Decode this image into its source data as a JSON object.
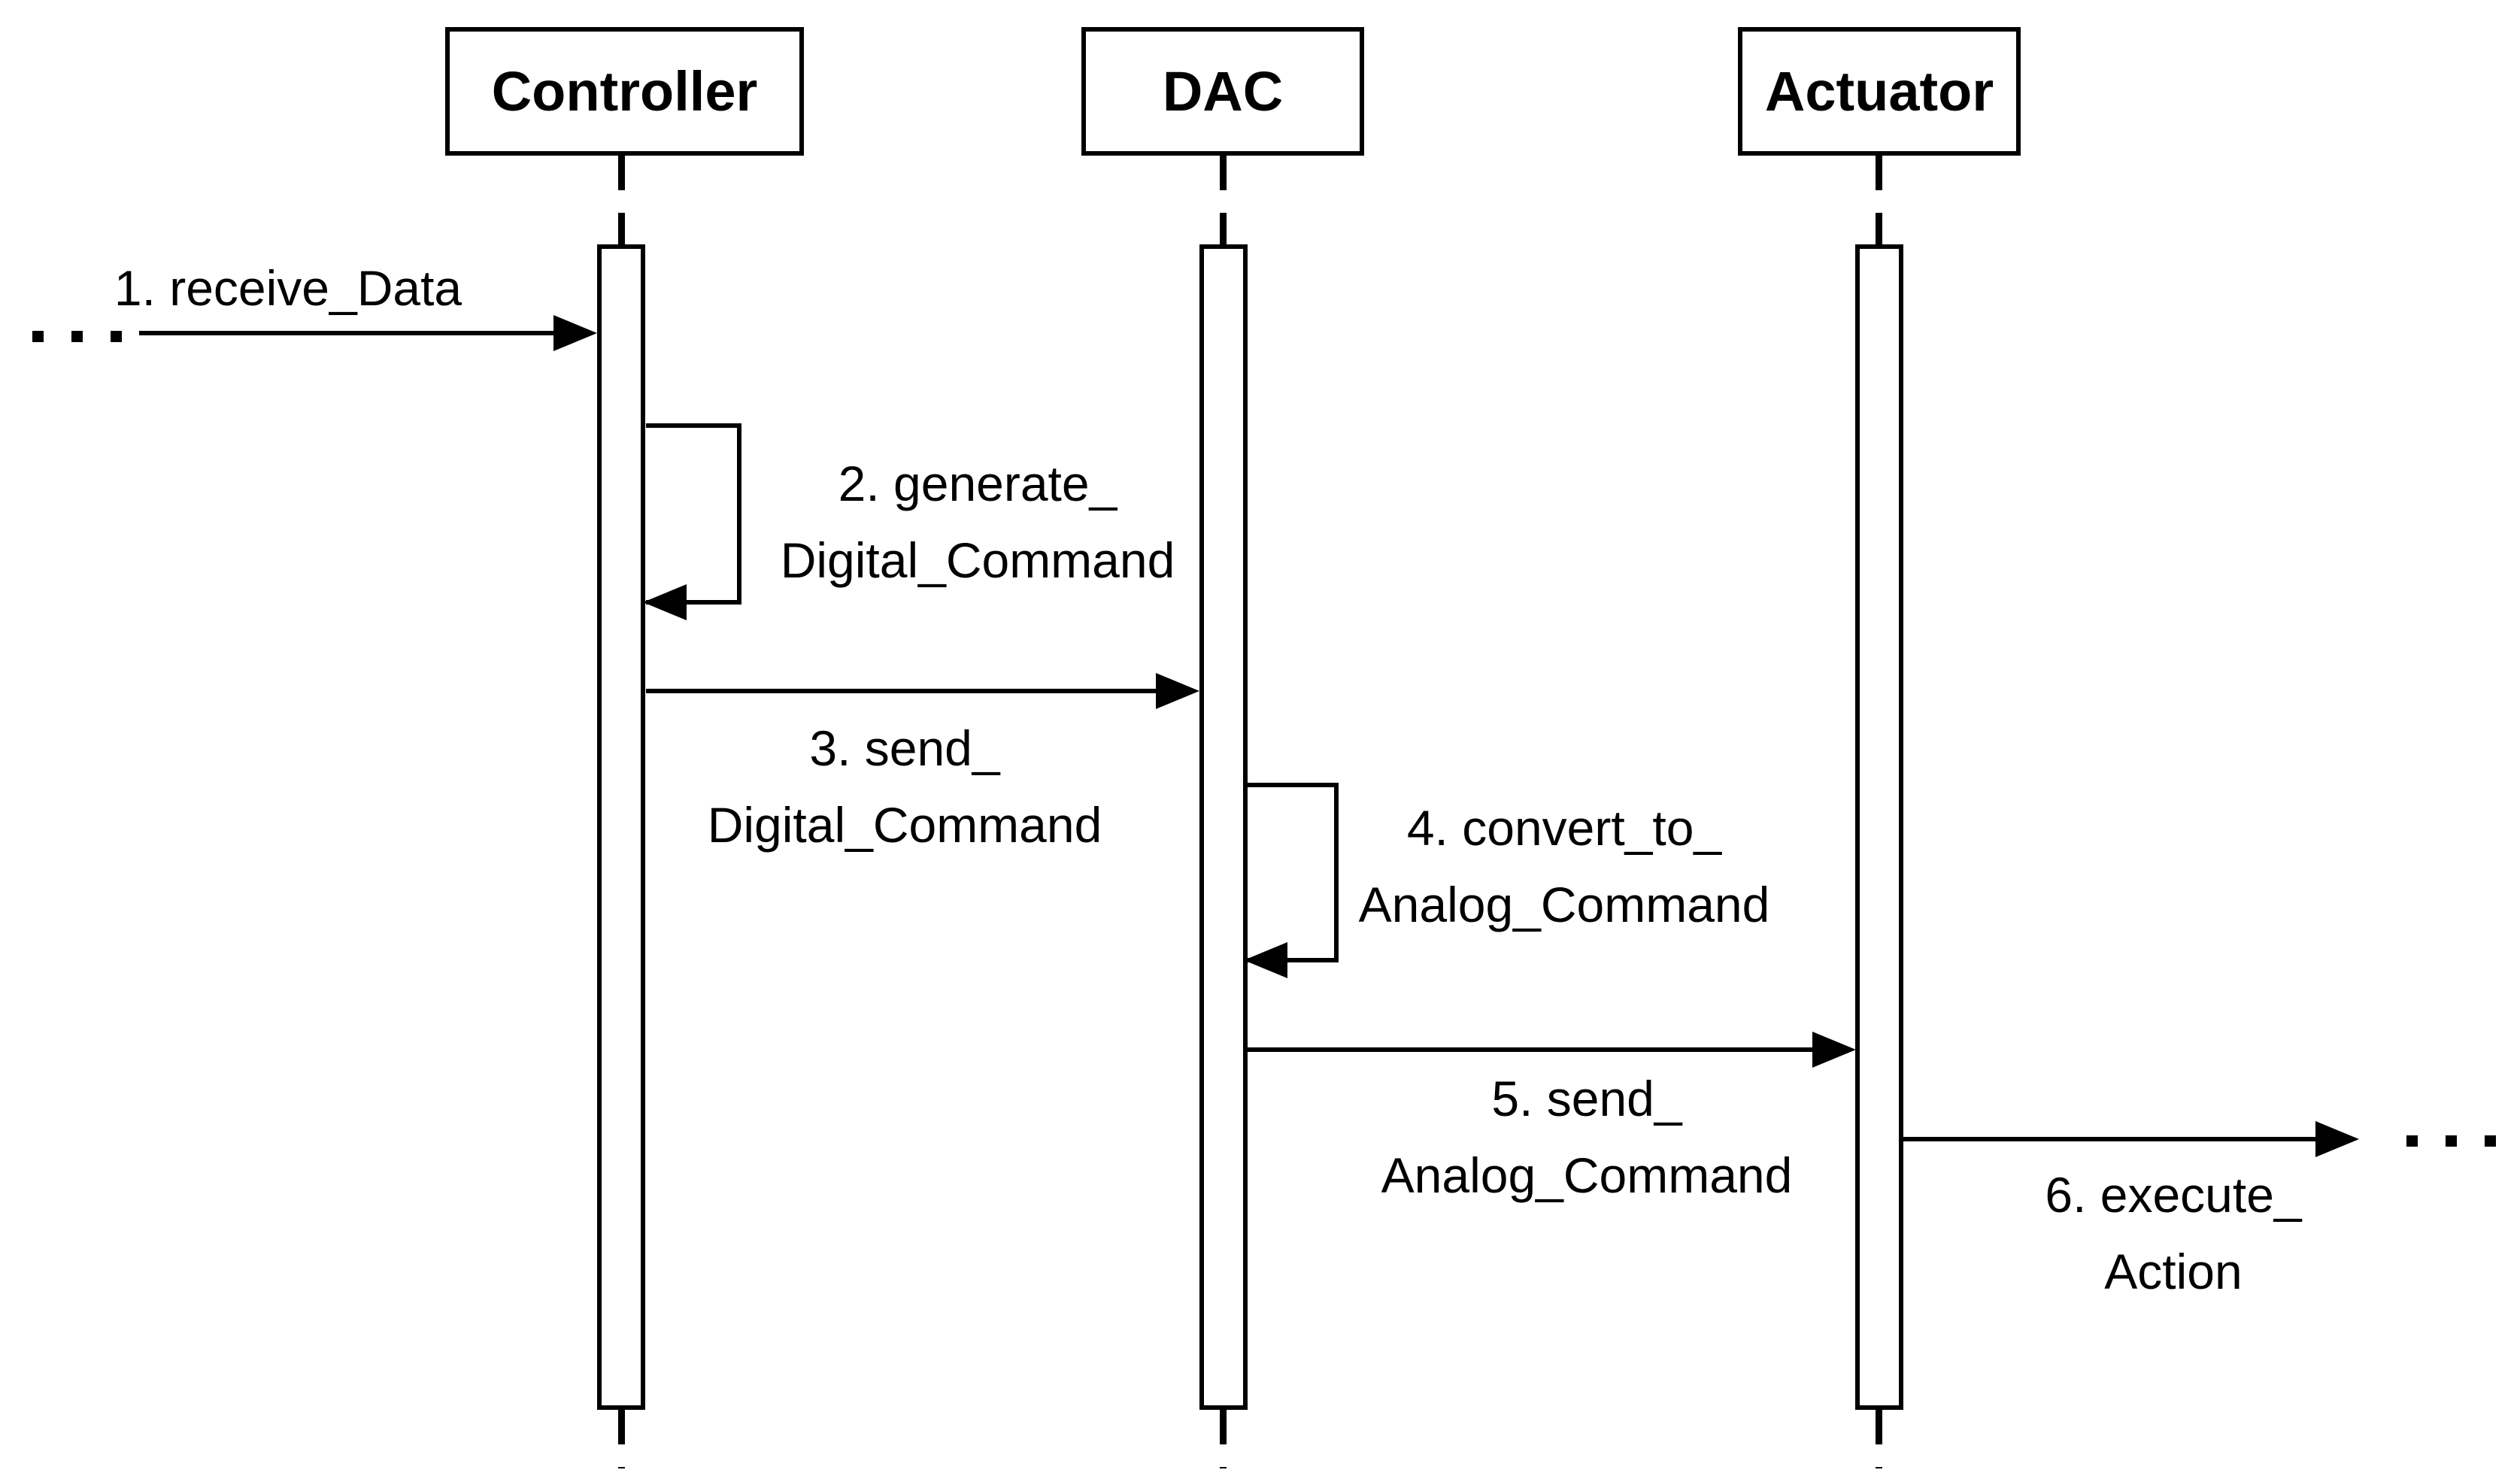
{
  "diagram": {
    "type": "uml-sequence-diagram",
    "colors": {
      "stroke": "#000000",
      "background": "#ffffff"
    },
    "lifelines": [
      {
        "id": "controller",
        "label": "Controller"
      },
      {
        "id": "dac",
        "label": "DAC"
      },
      {
        "id": "actuator",
        "label": "Actuator"
      }
    ],
    "messages": [
      {
        "num": "1",
        "from": "external-left",
        "to": "Controller",
        "kind": "arrow",
        "label_lines": [
          "1. receive_Data"
        ]
      },
      {
        "num": "2",
        "from": "Controller",
        "to": "Controller",
        "kind": "self-message",
        "label_lines": [
          "2. generate_",
          "Digital_Command"
        ]
      },
      {
        "num": "3",
        "from": "Controller",
        "to": "DAC",
        "kind": "arrow",
        "label_lines": [
          "3. send_",
          "Digital_Command"
        ]
      },
      {
        "num": "4",
        "from": "DAC",
        "to": "DAC",
        "kind": "self-message",
        "label_lines": [
          "4. convert_to_",
          "Analog_Command"
        ]
      },
      {
        "num": "5",
        "from": "DAC",
        "to": "Actuator",
        "kind": "arrow",
        "label_lines": [
          "5. send_",
          "Analog_Command"
        ]
      },
      {
        "num": "6",
        "from": "Actuator",
        "to": "external-right",
        "kind": "arrow",
        "label_lines": [
          "6. execute_",
          "Action"
        ]
      }
    ],
    "ellipsis_left": "...",
    "ellipsis_right": "..."
  }
}
